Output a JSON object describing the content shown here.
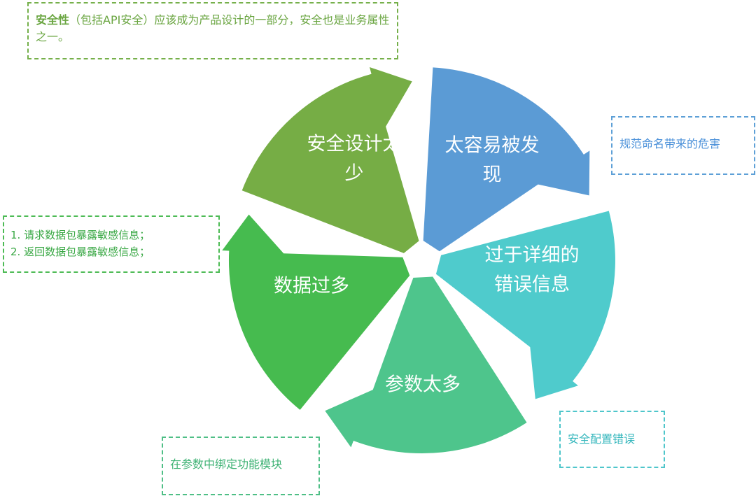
{
  "colors": {
    "blue": "#5b9bd5",
    "teal": "#4fcbcc",
    "mint": "#4ec58c",
    "green": "#46bb4f",
    "olive": "#76ad45"
  },
  "segments": [
    {
      "id": "blue",
      "label_lines": [
        "太容易被发",
        "现"
      ],
      "color": "#5b9bd5"
    },
    {
      "id": "teal",
      "label_lines": [
        "过于详细的",
        "错误信息"
      ],
      "color": "#4fcbcc"
    },
    {
      "id": "mint",
      "label_lines": [
        "参数太多"
      ],
      "color": "#4ec58c"
    },
    {
      "id": "green",
      "label_lines": [
        "数据过多"
      ],
      "color": "#46bb4f"
    },
    {
      "id": "olive",
      "label_lines": [
        "安全设计太",
        "少"
      ],
      "color": "#76ad45"
    }
  ],
  "callouts": {
    "top": {
      "lead": "安全性",
      "rest": "（包括API安全）应该成为产品设计的一部分，安全也是业务属性之一。"
    },
    "right": {
      "text": "规范命名带来的危害"
    },
    "left": {
      "lines": [
        "1. 请求数据包暴露敏感信息；",
        "2. 返回数据包暴露敏感信息；"
      ]
    },
    "bottom_left": {
      "text": "在参数中绑定功能模块"
    },
    "bottom_right": {
      "text": "安全配置错误"
    }
  }
}
